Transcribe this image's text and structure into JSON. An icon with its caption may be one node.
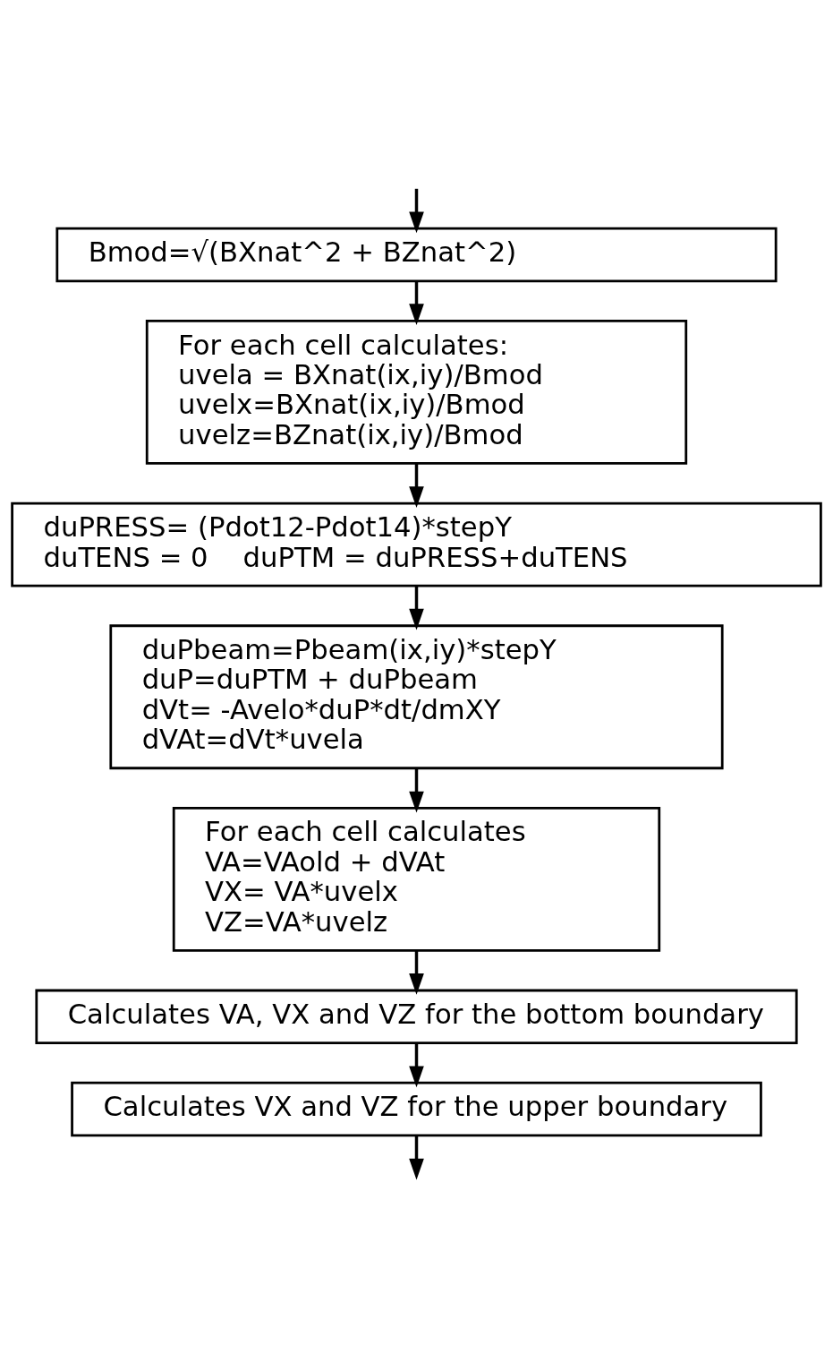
{
  "diagram": {
    "nodes": [
      {
        "text": [
          "Bmod=√(BXnat^2 + BZnat^2)"
        ]
      },
      {
        "text": [
          "For each cell calculates:",
          "uvela = BXnat(ix,iy)/Bmod",
          "uvelx=BXnat(ix,iy)/Bmod",
          "uvelz=BZnat(ix,iy)/Bmod"
        ]
      },
      {
        "text": [
          "duPRESS= (Pdot12-Pdot14)*stepY",
          "duTENS = 0    duPTM = duPRESS+duTENS"
        ]
      },
      {
        "text": [
          "duPbeam=Pbeam(ix,iy)*stepY",
          "duP=duPTM + duPbeam",
          "dVt= -Avelo*duP*dt/dmXY",
          "dVAt=dVt*uvela"
        ]
      },
      {
        "text": [
          "For each cell calculates",
          "VA=VAold + dVAt",
          "VX= VA*uvelx",
          "VZ=VA*uvelz"
        ]
      },
      {
        "text": [
          "Calculates VA, VX and VZ for the bottom boundary"
        ]
      },
      {
        "text": [
          "Calculates VX and VZ for the upper boundary"
        ]
      }
    ],
    "edges": [
      {
        "from": null,
        "to": 0,
        "arrow": "to"
      },
      {
        "from": 0,
        "to": 1,
        "arrow": "to"
      },
      {
        "from": 1,
        "to": 2,
        "arrow": "to"
      },
      {
        "from": 2,
        "to": 3,
        "arrow": "to"
      },
      {
        "from": 3,
        "to": 4,
        "arrow": "to"
      },
      {
        "from": 4,
        "to": 5,
        "arrow": "to"
      },
      {
        "from": 5,
        "to": 6,
        "arrow": "to"
      },
      {
        "from": 6,
        "to": null,
        "arrow": "to"
      }
    ]
  }
}
